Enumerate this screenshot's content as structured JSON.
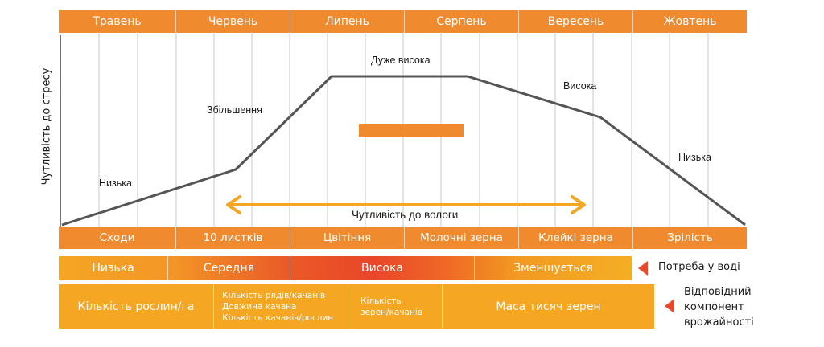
{
  "months": [
    "Травень",
    "Червень",
    "Липень",
    "Серпень",
    "Вересень",
    "Жовтень"
  ],
  "stages": [
    "Сходи",
    "10 листків",
    "Цвітіння",
    "Молочні зерна",
    "Клейкі зерна",
    "Зрілість"
  ],
  "y_axis_label": "Чутливість до стресу",
  "curve_labels": {
    "low_start": "Низька",
    "increase": "Збільшення",
    "very_high": "Дуже висока",
    "high": "Висока",
    "low_end": "Низька"
  },
  "moisture_label": "Чутливість до вологи",
  "water_need": {
    "segments": [
      "Низька",
      "Середня",
      "Висока",
      "Зменшується"
    ],
    "title": "Потреба у воді"
  },
  "yield_components": {
    "col1": "Кількість рослин/га",
    "col2": [
      "Кількість рядів/качанів",
      "Довжина качана",
      "Кількість качанів/рослин"
    ],
    "col3": [
      "Кількість",
      "зерен/качанів"
    ],
    "col4": "Маса тисяч зерен",
    "title": [
      "Відповідний",
      "компонент",
      "врожайності"
    ]
  },
  "colors": {
    "orange": "#ef8a2e",
    "accent_red": "#e8492a",
    "arrow": "#f5a623",
    "curve": "#555555"
  }
}
